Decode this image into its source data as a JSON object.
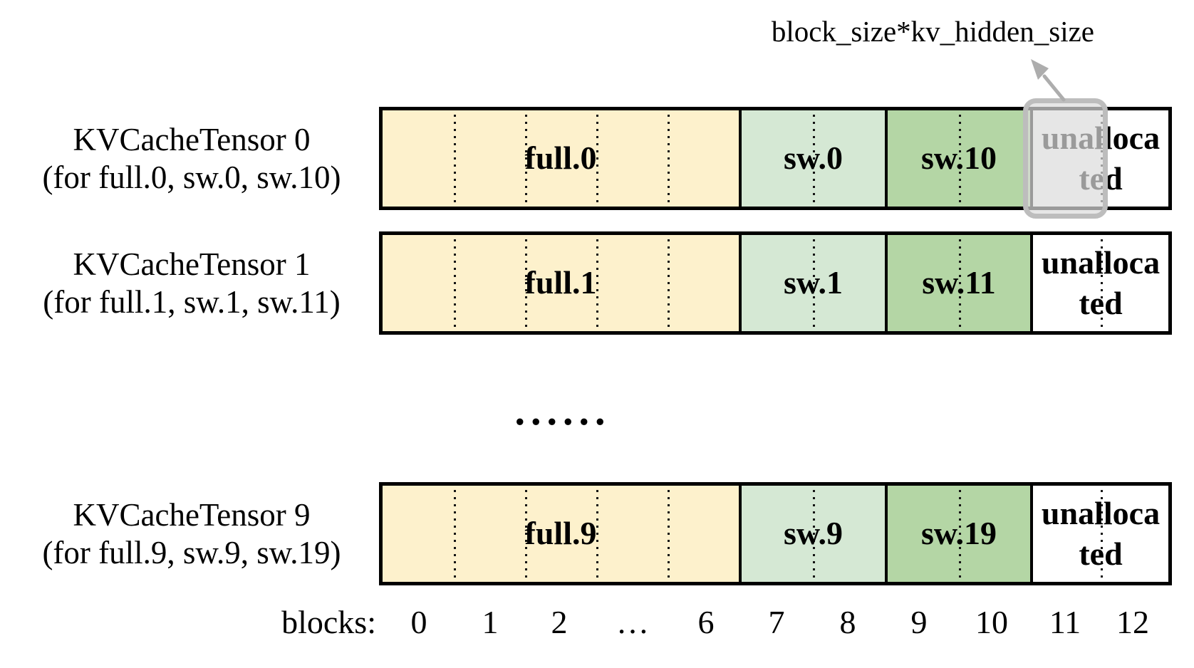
{
  "annotation": {
    "label": "block_size*kv_hidden_size"
  },
  "rows": [
    {
      "title": "KVCacheTensor 0",
      "subtitle": "(for full.0, sw.0, sw.10)",
      "segments": {
        "full": "full.0",
        "sw_low": "sw.0",
        "sw_high": "sw.10",
        "unallocated": "unallocated"
      }
    },
    {
      "title": "KVCacheTensor 1",
      "subtitle": "(for full.1, sw.1, sw.11)",
      "segments": {
        "full": "full.1",
        "sw_low": "sw.1",
        "sw_high": "sw.11",
        "unallocated": "unallocated"
      }
    },
    {
      "title": "KVCacheTensor 9",
      "subtitle": "(for full.9, sw.9, sw.19)",
      "segments": {
        "full": "full.9",
        "sw_low": "sw.9",
        "sw_high": "sw.19",
        "unallocated": "unallocated"
      }
    }
  ],
  "rows_ellipsis": "......",
  "axis": {
    "label": "blocks:",
    "ticks": [
      "0",
      "1",
      "2",
      "…",
      "6",
      "7",
      "8",
      "9",
      "10",
      "11",
      "12"
    ]
  },
  "colors": {
    "full_block": "#FDF1CC",
    "sw_low_block": "#D5E8D4",
    "sw_high_block": "#B4D6A5",
    "unallocated_block": "#FFFFFF",
    "bar_border": "#000000",
    "highlight_fill": "rgba(219,219,219,0.7)",
    "highlight_border": "#BDBDBD",
    "arrow": "#ADADAD"
  }
}
